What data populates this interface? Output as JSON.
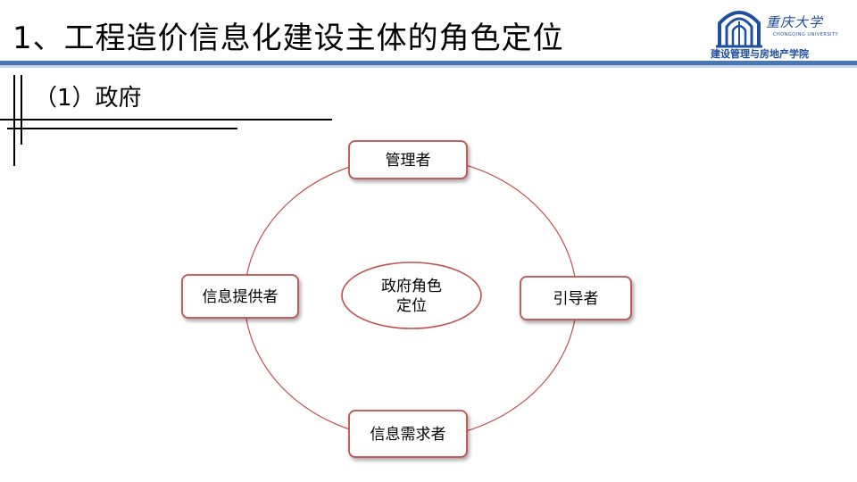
{
  "slide": {
    "title": "1、工程造价信息化建设主体的角色定位",
    "subtitle": "（1）政府"
  },
  "logo": {
    "name": "重庆大学",
    "sub": "CHONGQING UNIVERSITY",
    "college": "建设管理与房地产学院"
  },
  "diagram": {
    "center": [
      "政府角色",
      "定位"
    ],
    "nodes": {
      "top": "管理者",
      "right": "引导者",
      "bottom": "信息需求者",
      "left": "信息提供者"
    }
  },
  "colors": {
    "title_rule": "#4a76b4",
    "box_border": "#c0504d",
    "circle": "#c0504d",
    "logo_blue": "#1f4fa0"
  }
}
